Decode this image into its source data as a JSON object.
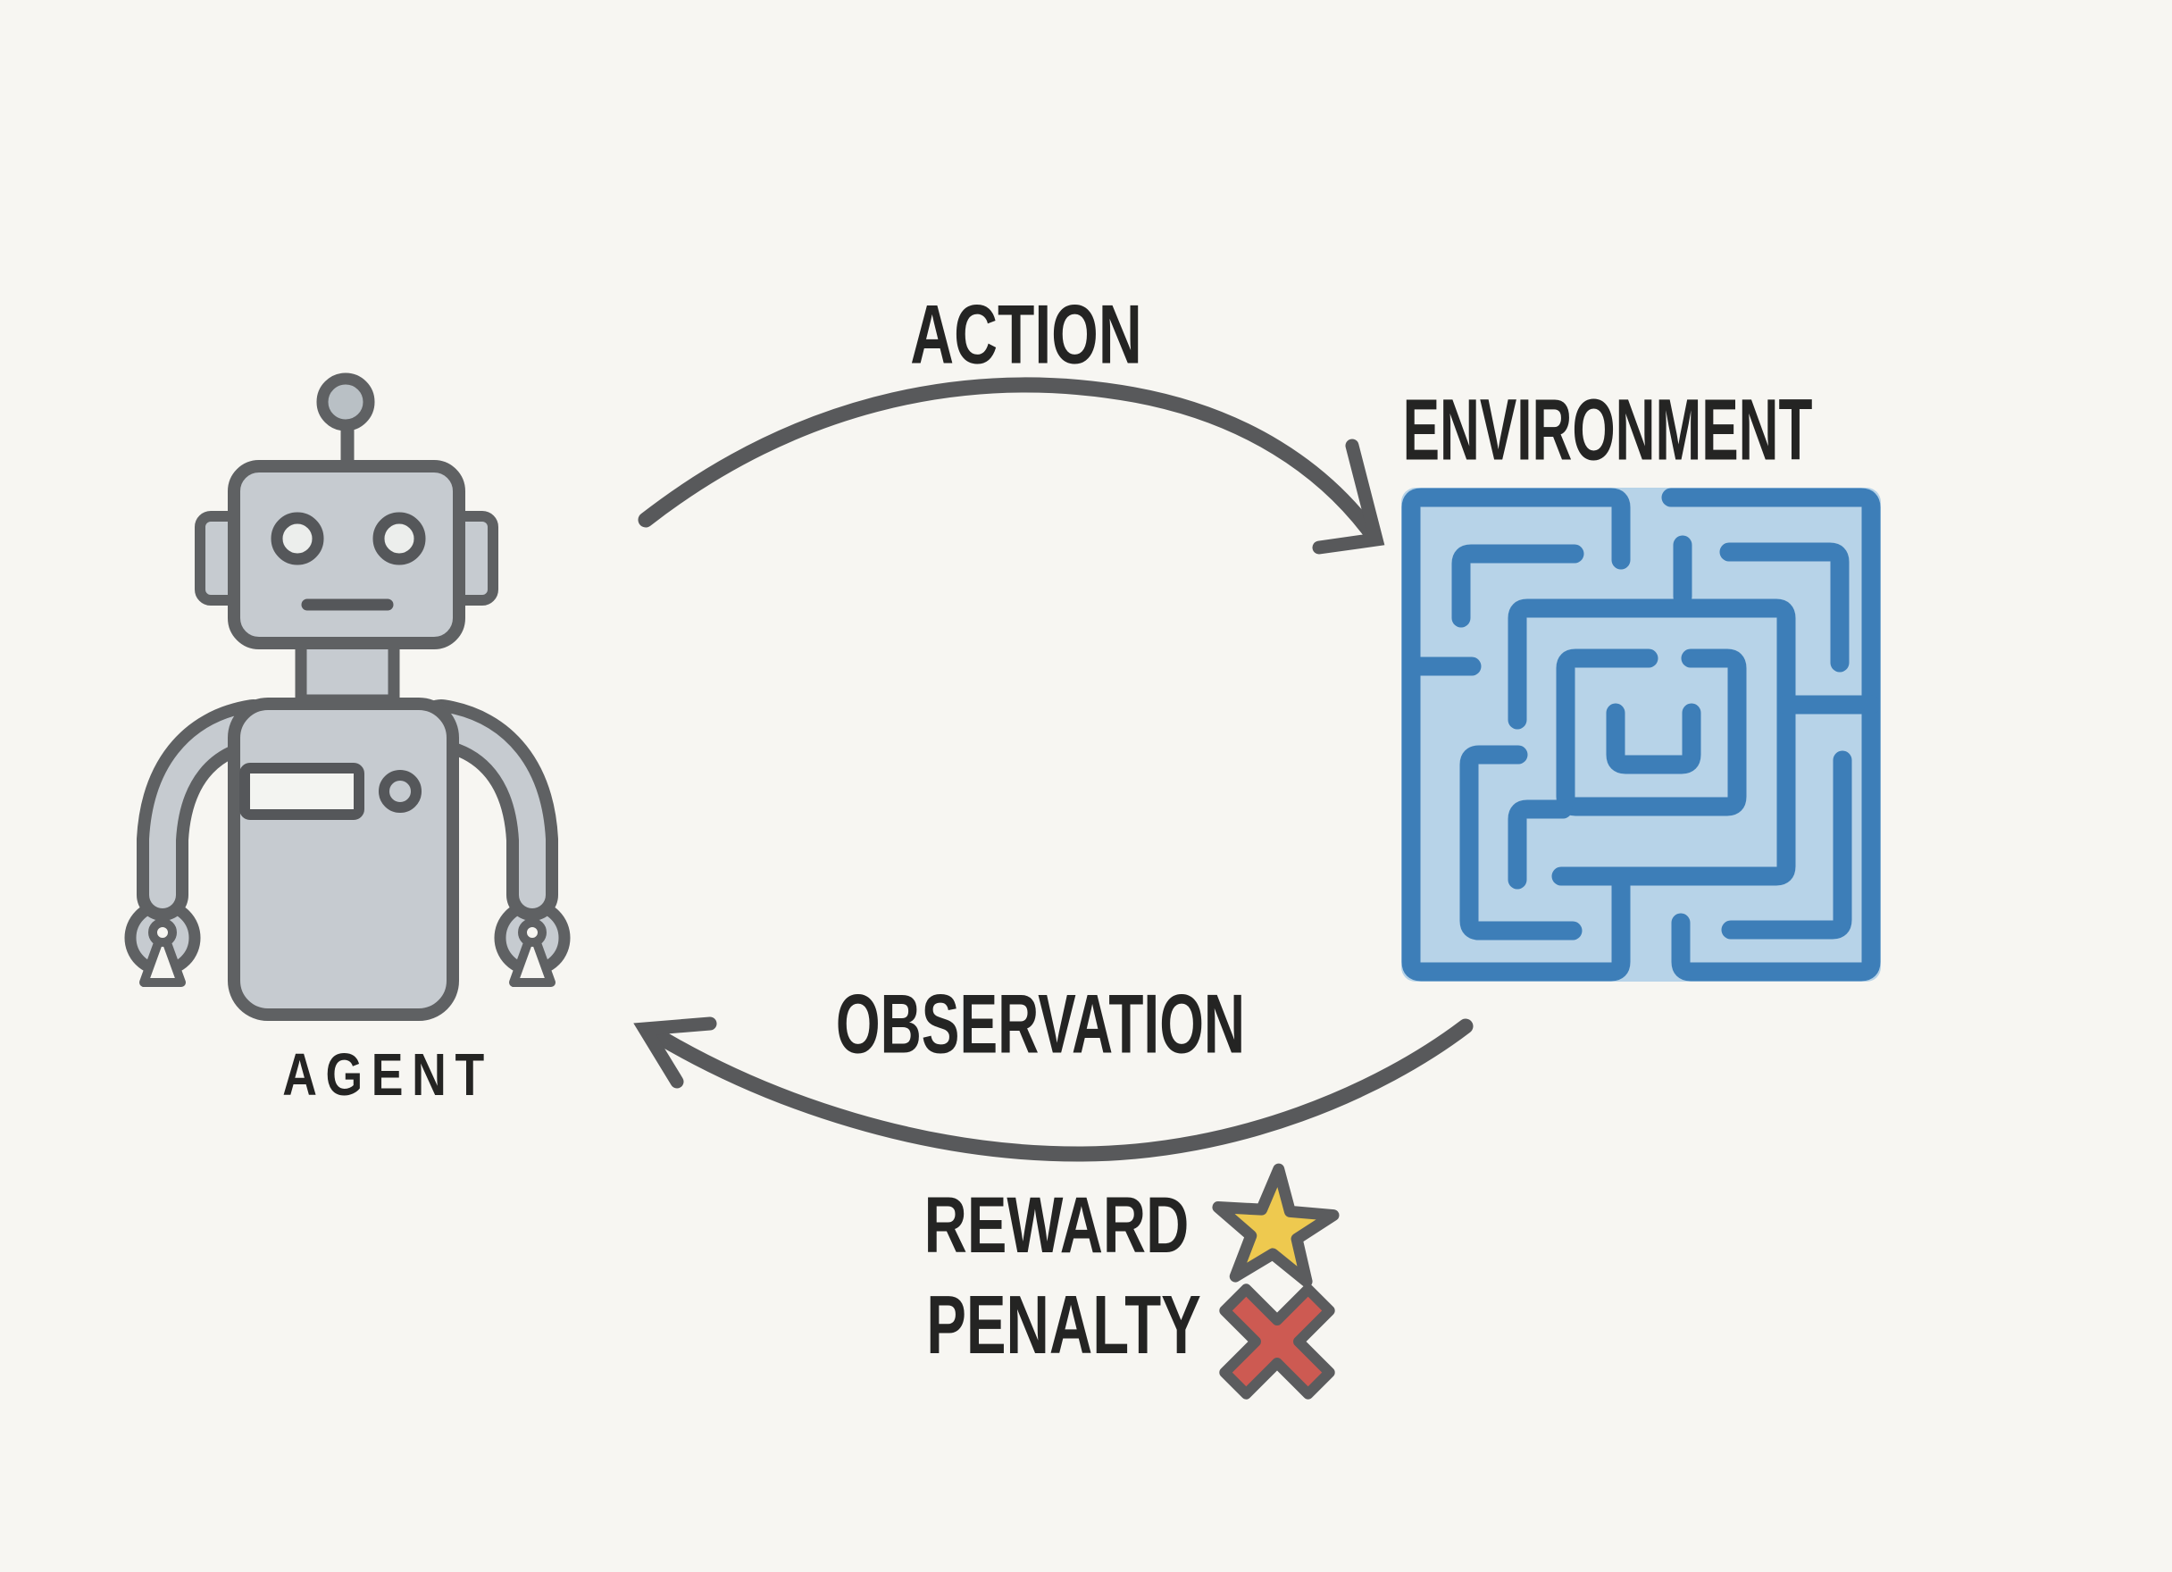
{
  "page": {
    "type": "reinforcement-learning-loop-diagram",
    "background_color": "#f7f6f2"
  },
  "labels": {
    "action": "ACTION",
    "environment": "ENVIRONMENT",
    "agent": "AGENT",
    "observation": "OBSERVATION",
    "reward": "REWARD",
    "penalty": "PENALTY"
  },
  "icons": {
    "agent": "robot-icon",
    "environment": "maze-icon",
    "reward": "star-icon",
    "penalty": "x-icon",
    "action_edge": "curved-arrow-right",
    "observation_edge": "curved-arrow-left"
  },
  "colors": {
    "background": "#f7f6f2",
    "label_text": "#242423",
    "arrow": "#58595b",
    "robot_fill": "#c6cbd0",
    "robot_outline": "#5f6163",
    "robot_screen_fill": "#f3f4f1",
    "maze_wall": "#3d7eb8",
    "maze_fill": "#b7d3e8",
    "star_fill": "#eec94f",
    "star_outline": "#5b5c5e",
    "x_fill": "#cd5a52",
    "x_outline": "#5b5c5e"
  },
  "diagram": {
    "nodes": [
      {
        "id": "agent",
        "label": "AGENT",
        "icon": "robot"
      },
      {
        "id": "environment",
        "label": "ENVIRONMENT",
        "icon": "maze"
      }
    ],
    "edges": [
      {
        "from": "agent",
        "to": "environment",
        "label": "ACTION",
        "shape": "arc-over-top"
      },
      {
        "from": "environment",
        "to": "agent",
        "label": "OBSERVATION",
        "shape": "arc-under-bottom"
      }
    ],
    "outcomes": [
      {
        "label": "REWARD",
        "icon": "star"
      },
      {
        "label": "PENALTY",
        "icon": "x"
      }
    ]
  }
}
